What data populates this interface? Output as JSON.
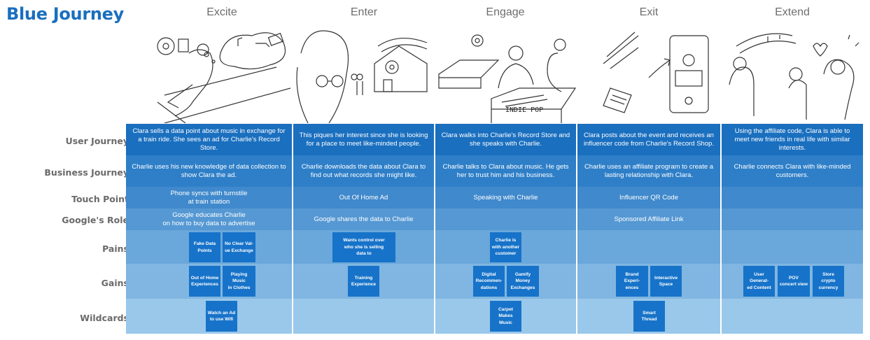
{
  "title": "Blue Journey",
  "phases": [
    "Excite",
    "Enter",
    "Engage",
    "Exit",
    "Extend"
  ],
  "row_labels": [
    "User Journey",
    "Business Journey",
    "Touch Point",
    "Google's Role",
    "Pains",
    "Gains",
    "Wildcards"
  ],
  "sketch_text": "INDIE POP",
  "rows": {
    "user_journey": [
      "Clara sells a data point about music in exchange for a train ride. She sees an ad for Charlie's Record Store.",
      "This piques her interest since she is looking for a place to meet like-minded people.",
      "Clara walks into Charlie's Record Store and she speaks with Charlie.",
      "Clara posts about the event and receives an influencer code from Charlie's Record Shop.",
      "Using the affiliate code, Clara is able to meet new friends in real life with similar interests."
    ],
    "business_journey": [
      "Charlie uses his new knowledge of data collection to show Clara the ad.",
      "Charlie downloads the data about Clara to find out what records she might like.",
      "Charlie talks to Clara about music. He gets her to trust him and his business.",
      "Charlie uses an affiliate program to create a lasting relationship with Clara.",
      "Charlie connects Clara with like-minded customers."
    ],
    "touch_point": [
      "Phone syncs with turnstile\nat train station",
      "Out Of Home Ad",
      "Speaking with Charlie",
      "Influencer QR Code",
      ""
    ],
    "google_role": [
      "Google educates Charlie\non how to buy data to advertise",
      "Google shares the data to Charlie",
      "",
      "Sponsored Affiliate Link",
      ""
    ]
  },
  "pains": [
    {
      "text": "Fake Data\nPoints"
    },
    {
      "text": "No Clear Val-\nue Exchange"
    },
    {
      "text": "Wants control over\nwho she is selling\ndata to"
    },
    {
      "text": "Charlie is\nwith another\ncustomer"
    }
  ],
  "gains": [
    {
      "text": "Out of Home\nExperiences"
    },
    {
      "text": "Playing Music\nin Clothes"
    },
    {
      "text": "Training\nExperience"
    },
    {
      "text": "Digital\nRecommen-\ndations"
    },
    {
      "text": "Gamify Money\nExchanges"
    },
    {
      "text": "Brand Experi-\nences"
    },
    {
      "text": "Interactive\nSpace"
    },
    {
      "text": "User Generat-\ned Content"
    },
    {
      "text": "POV\nconcert view"
    },
    {
      "text": "Store\ncrypto\ncurrency"
    }
  ],
  "wildcards": [
    {
      "text": "Watch an Ad\nto use Wifi"
    },
    {
      "text": "Carpet Makes\nMusic"
    },
    {
      "text": "Smart Thread"
    }
  ],
  "colors": {
    "title": "#1a6fbf",
    "row_user_journey": "#1a6fbf",
    "row_business_journey": "#2e7fc8",
    "row_touch_point": "#4089cc",
    "row_google_role": "#5598d3",
    "row_pains": "#6aa7da",
    "row_gains": "#80b6e1",
    "row_wildcards": "#9ac8ea",
    "sticky": "#1773c9"
  }
}
